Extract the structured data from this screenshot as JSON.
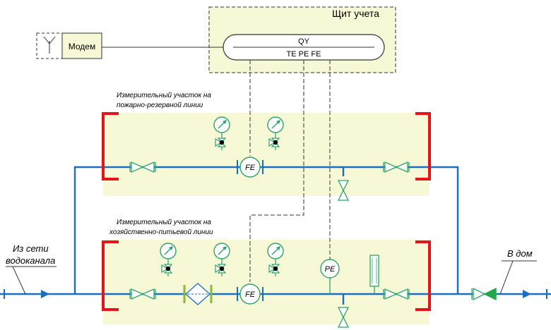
{
  "panel": {
    "title": "Щит учета"
  },
  "controller": {
    "line1": "QY",
    "line2": "TE PE FE"
  },
  "modem": {
    "label": "Модем"
  },
  "sections": {
    "fire": {
      "caption_line1": "Измерительный участок на",
      "caption_line2": "пожарно-резервной линии"
    },
    "domestic": {
      "caption_line1": "Измерительный участок на",
      "caption_line2": "хозяйственно-питьевой линии"
    }
  },
  "inlet": {
    "line1": "Из сети",
    "line2": "водоканала"
  },
  "outlet": {
    "label": "В дом"
  },
  "instruments": {
    "flow": "FE",
    "pressure": "PE"
  },
  "colors": {
    "pipe": "#1a6fc4",
    "valve": "#2aa66a",
    "bracket": "#e8131a",
    "zone": "#f7f8d6",
    "check_valve": "#1ea84a",
    "line": "#333333"
  }
}
